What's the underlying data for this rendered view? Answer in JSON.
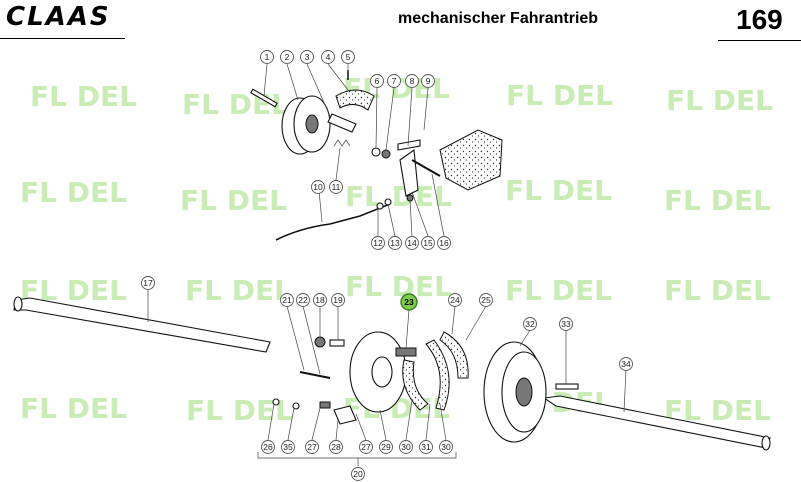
{
  "header": {
    "brand": "CLAAS",
    "title": "mechanischer Fahrantrieb",
    "page_number": "169"
  },
  "watermark": {
    "text": "FL DEL",
    "color": "#c9ecb4"
  },
  "callouts": [
    "1",
    "2",
    "3",
    "4",
    "5",
    "6",
    "7",
    "8",
    "9",
    "10",
    "11",
    "12",
    "13",
    "14",
    "15",
    "16",
    "17",
    "18",
    "19",
    "20",
    "21",
    "22",
    "23",
    "24",
    "25",
    "26",
    "27",
    "27",
    "28",
    "29",
    "30",
    "30",
    "31",
    "32",
    "33",
    "34",
    "35"
  ],
  "highlight": {
    "label": "23",
    "color": "#7fcf4a"
  }
}
